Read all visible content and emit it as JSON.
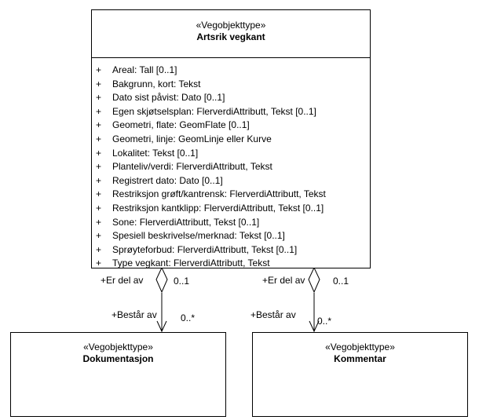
{
  "main_class": {
    "stereotype": "«Vegobjekttype»",
    "name": "Artsrik vegkant",
    "attributes": [
      {
        "visibility": "+",
        "text": "Areal: Tall [0..1]"
      },
      {
        "visibility": "+",
        "text": "Bakgrunn, kort: Tekst"
      },
      {
        "visibility": "+",
        "text": "Dato sist påvist: Dato [0..1]"
      },
      {
        "visibility": "+",
        "text": "Egen skjøtselsplan: FlerverdiAttributt, Tekst [0..1]"
      },
      {
        "visibility": "+",
        "text": "Geometri, flate: GeomFlate [0..1]"
      },
      {
        "visibility": "+",
        "text": "Geometri, linje: GeomLinje eller Kurve"
      },
      {
        "visibility": "+",
        "text": "Lokalitet: Tekst [0..1]"
      },
      {
        "visibility": "+",
        "text": "Planteliv/verdi: FlerverdiAttributt, Tekst"
      },
      {
        "visibility": "+",
        "text": "Registrert dato: Dato [0..1]"
      },
      {
        "visibility": "+",
        "text": "Restriksjon grøft/kantrensk: FlerverdiAttributt, Tekst"
      },
      {
        "visibility": "+",
        "text": "Restriksjon kantklipp: FlerverdiAttributt, Tekst [0..1]"
      },
      {
        "visibility": "+",
        "text": "Sone: FlerverdiAttributt, Tekst [0..1]"
      },
      {
        "visibility": "+",
        "text": "Spesiell beskrivelse/merknad: Tekst [0..1]"
      },
      {
        "visibility": "+",
        "text": "Sprøyteforbud: FlerverdiAttributt, Tekst [0..1]"
      },
      {
        "visibility": "+",
        "text": "Type vegkant: FlerverdiAttributt, Tekst"
      }
    ]
  },
  "left_class": {
    "stereotype": "«Vegobjekttype»",
    "name": "Dokumentasjon"
  },
  "right_class": {
    "stereotype": "«Vegobjekttype»",
    "name": "Kommentar"
  },
  "left_association": {
    "whole_role": "+Er del av",
    "whole_multiplicity": "0..1",
    "part_role": "+Består av",
    "part_multiplicity": "0..*"
  },
  "right_association": {
    "whole_role": "+Er del av",
    "whole_multiplicity": "0..1",
    "part_role": "+Består av",
    "part_multiplicity": "0..*"
  }
}
